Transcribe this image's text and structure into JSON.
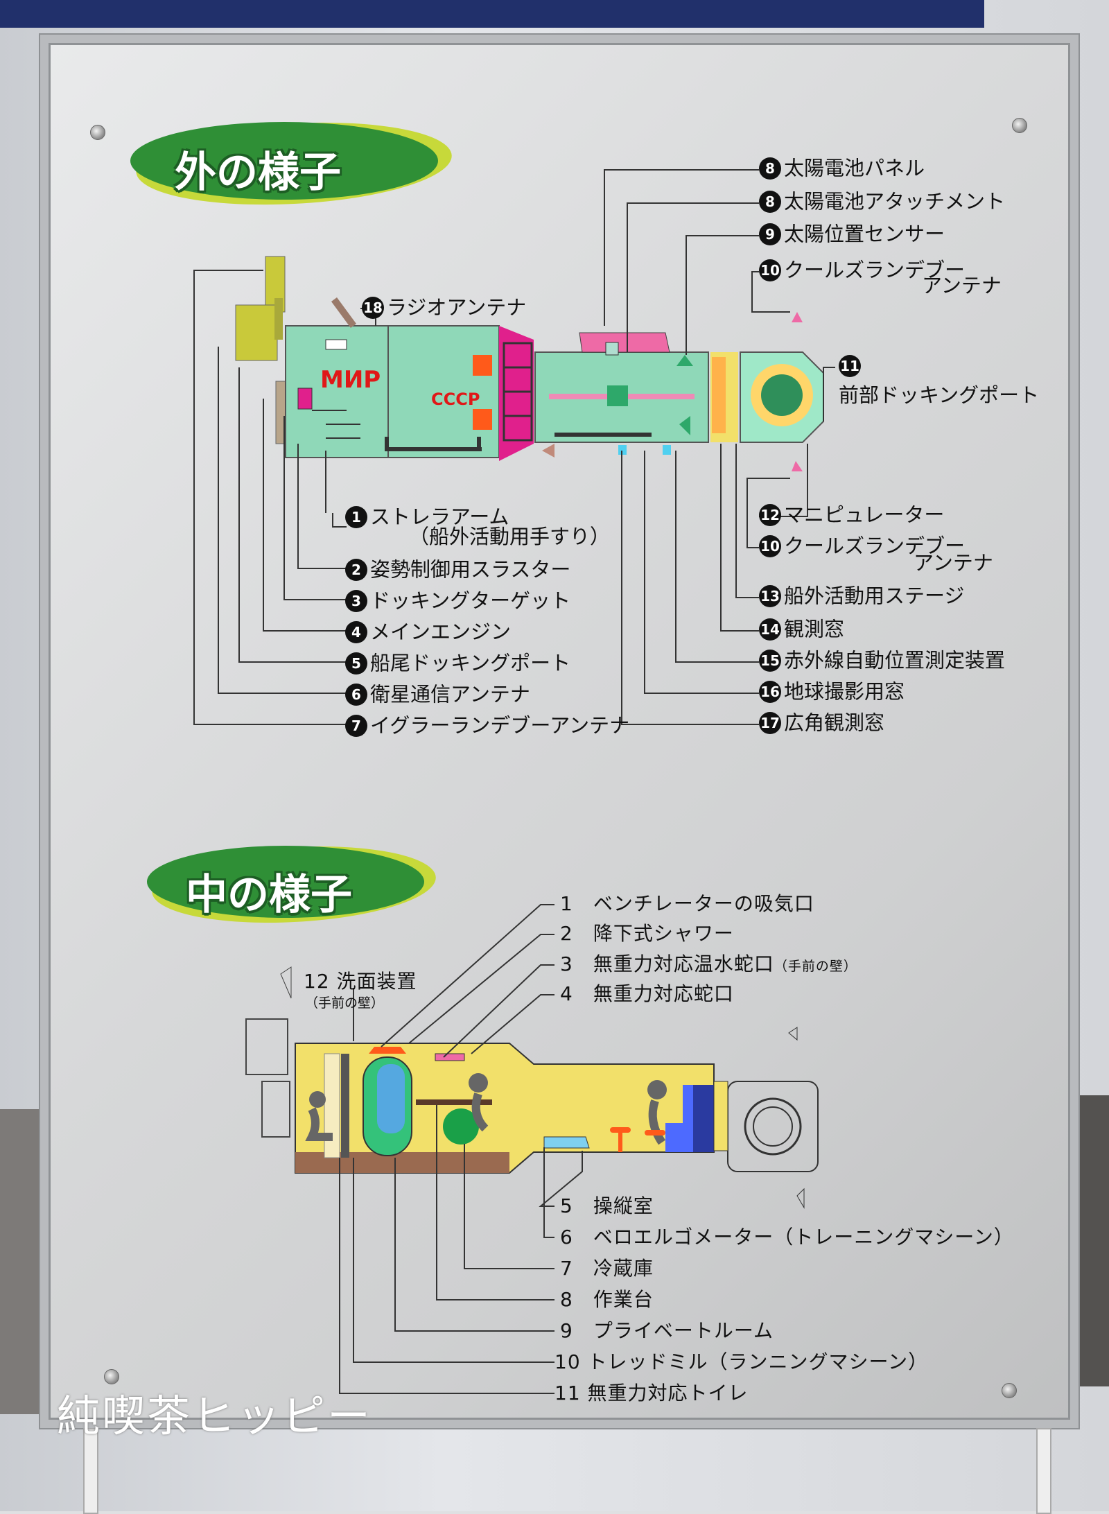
{
  "sections": {
    "outside_title": "外の様子",
    "inside_title": "中の様子"
  },
  "diagram_text": {
    "mir": "МИР",
    "cccp": "СССР"
  },
  "outside_labels": [
    {
      "num": "1",
      "text": "ストレラアーム"
    },
    {
      "num": "",
      "text": "（船外活動用手すり）"
    },
    {
      "num": "2",
      "text": "姿勢制御用スラスター"
    },
    {
      "num": "3",
      "text": "ドッキングターゲット"
    },
    {
      "num": "4",
      "text": "メインエンジン"
    },
    {
      "num": "5",
      "text": "船尾ドッキングポート"
    },
    {
      "num": "6",
      "text": "衛星通信アンテナ"
    },
    {
      "num": "7",
      "text": "イグラーランデブーアンテナ"
    },
    {
      "num": "8",
      "text": "太陽電池パネル"
    },
    {
      "num": "8",
      "text": "太陽電池アタッチメント"
    },
    {
      "num": "9",
      "text": "太陽位置センサー"
    },
    {
      "num": "10",
      "text": "クールズランデブー"
    },
    {
      "num": "",
      "text": "アンテナ"
    },
    {
      "num": "11",
      "text": ""
    },
    {
      "num": "",
      "text": "前部ドッキングポート"
    },
    {
      "num": "12",
      "text": "マニピュレーター"
    },
    {
      "num": "10",
      "text": "クールズランデブー"
    },
    {
      "num": "",
      "text": "アンテナ"
    },
    {
      "num": "13",
      "text": "船外活動用ステージ"
    },
    {
      "num": "14",
      "text": "観測窓"
    },
    {
      "num": "15",
      "text": "赤外線自動位置測定装置"
    },
    {
      "num": "16",
      "text": "地球撮影用窓"
    },
    {
      "num": "17",
      "text": "広角観測窓"
    },
    {
      "num": "18",
      "text": "ラジオアンテナ"
    }
  ],
  "inside_labels": [
    {
      "num": "1",
      "text": "ベンチレーターの吸気口"
    },
    {
      "num": "2",
      "text": "降下式シャワー"
    },
    {
      "num": "3",
      "text": "無重力対応温水蛇口",
      "note": "（手前の壁）"
    },
    {
      "num": "4",
      "text": "無重力対応蛇口"
    },
    {
      "num": "5",
      "text": "操縦室"
    },
    {
      "num": "6",
      "text": "ベロエルゴメーター（トレーニングマシーン）"
    },
    {
      "num": "7",
      "text": "冷蔵庫"
    },
    {
      "num": "8",
      "text": "作業台"
    },
    {
      "num": "9",
      "text": "プライベートルーム"
    },
    {
      "num": "10",
      "text": "トレッドミル（ランニングマシーン）"
    },
    {
      "num": "11",
      "text": "無重力対応トイレ"
    },
    {
      "num": "12",
      "text": "洗面装置",
      "note": "（手前の壁）"
    }
  ],
  "watermark": "純喫茶ヒッピー",
  "colors": {
    "badge_green": "#2f8f36",
    "module_green": "#8fd8b8",
    "module_yellow": "#f2e06a",
    "docking_magenta": "#e0208c",
    "panel_pink": "#ee6aa6"
  }
}
